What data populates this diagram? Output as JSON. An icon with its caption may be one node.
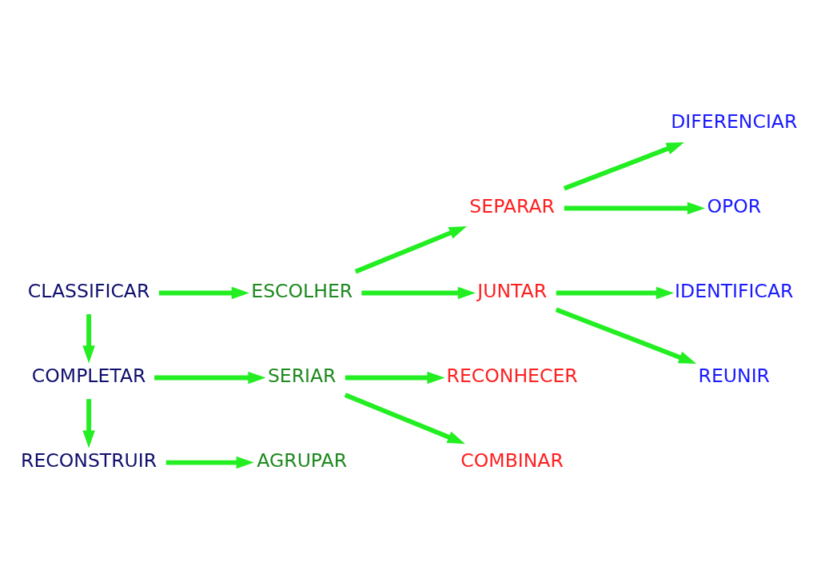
{
  "diagram": {
    "nodes": [
      {
        "text": [
          "CLASSIFICAR"
        ]
      },
      {
        "text": [
          "ESCOLHER"
        ]
      },
      {
        "text": [
          "SEPARAR"
        ]
      },
      {
        "text": [
          "DIFERENCIAR"
        ]
      },
      {
        "text": [
          "OPOR"
        ]
      },
      {
        "text": [
          "IDENTIFICAR"
        ]
      },
      {
        "text": [
          "JUNTAR"
        ]
      },
      {
        "text": [
          "REUNIR"
        ]
      },
      {
        "text": [
          "COMPLETAR"
        ]
      },
      {
        "text": [
          "SERIAR"
        ]
      },
      {
        "text": [
          "RECONHECER"
        ]
      },
      {
        "text": [
          "COMBINAR"
        ]
      },
      {
        "text": [
          "RECONSTRUIR"
        ]
      },
      {
        "text": [
          "AGRUPAR"
        ]
      }
    ],
    "edges": [
      {
        "from": 0,
        "to": 1,
        "arrow": "to"
      },
      {
        "from": 1,
        "to": 2,
        "arrow": "to"
      },
      {
        "from": 1,
        "to": 6,
        "arrow": "to"
      },
      {
        "from": 2,
        "to": 3,
        "arrow": "to"
      },
      {
        "from": 2,
        "to": 4,
        "arrow": "to"
      },
      {
        "from": 6,
        "to": 5,
        "arrow": "to"
      },
      {
        "from": 6,
        "to": 7,
        "arrow": "to"
      },
      {
        "from": 0,
        "to": 8,
        "arrow": "to"
      },
      {
        "from": 8,
        "to": 9,
        "arrow": "to"
      },
      {
        "from": 9,
        "to": 10,
        "arrow": "to"
      },
      {
        "from": 9,
        "to": 11,
        "arrow": "to"
      },
      {
        "from": 8,
        "to": 12,
        "arrow": "to"
      },
      {
        "from": 12,
        "to": 13,
        "arrow": "to"
      }
    ]
  }
}
